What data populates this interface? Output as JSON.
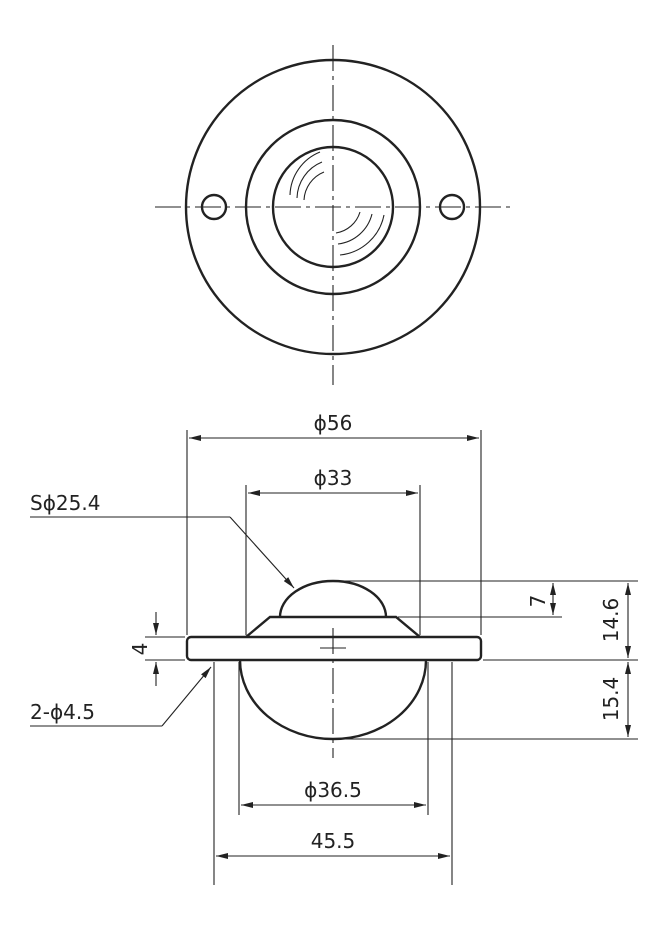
{
  "dimensions": {
    "flange_diameter": "ϕ56",
    "housing_diameter": "ϕ33",
    "ball_sphere": "Sϕ25.4",
    "ball_protrusion": "7",
    "height_above_mount": "14.6",
    "flange_thickness": "4",
    "height_below_mount": "15.4",
    "mounting_holes": "2-ϕ4.5",
    "lower_body_diameter": "ϕ36.5",
    "hole_pitch": "45.5"
  }
}
